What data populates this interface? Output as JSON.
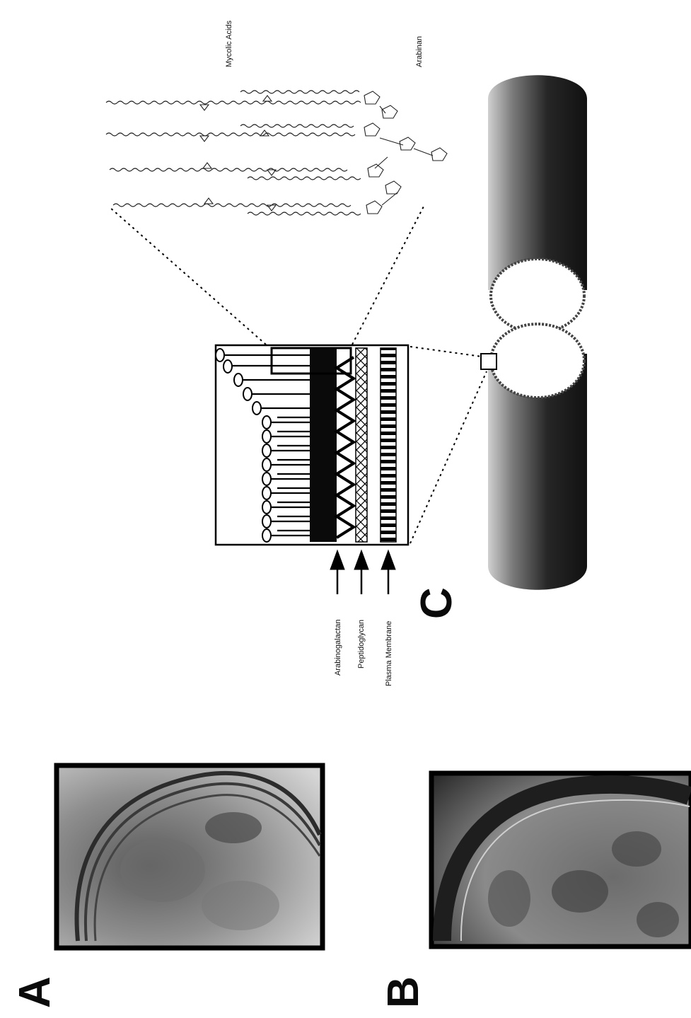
{
  "panels": {
    "a": "A",
    "b": "B",
    "c": "C"
  },
  "labels": {
    "mycolic_acids": "Mycolic Acids",
    "arabinan": "Arabinan",
    "arabinogalactan": "Arabinogalactan",
    "peptidoglycan": "Peptidoglycan",
    "plasma_membrane": "Plasma Membrane"
  },
  "micrographs": [
    {
      "id": "A",
      "description_icon": "tem-micrograph-icon"
    },
    {
      "id": "B",
      "description_icon": "tem-micrograph-icon"
    }
  ],
  "colors": {
    "ink": "#0a0a0a",
    "cylinder_dark": "#202020",
    "cylinder_mid": "#8a8a8a"
  }
}
